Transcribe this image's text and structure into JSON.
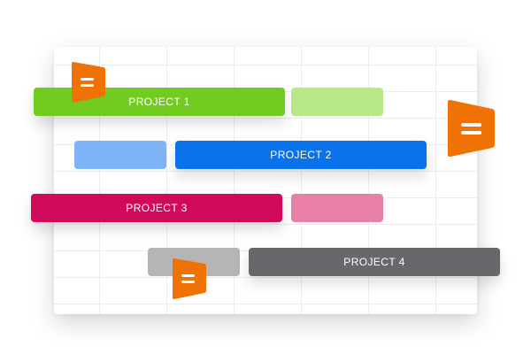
{
  "projects": [
    {
      "label": "PROJECT 1",
      "color": "#72CC1F",
      "ghost_color": "#B9E889"
    },
    {
      "label": "PROJECT 2",
      "color": "#0A72EB",
      "ghost_color": "#7DB4F5"
    },
    {
      "label": "PROJECT 3",
      "color": "#D0095A",
      "ghost_color": "#E87FA9"
    },
    {
      "label": "PROJECT 4",
      "color": "#67686B",
      "ghost_color": "#B5B5B5"
    }
  ],
  "marker": {
    "color": "#F07204",
    "icon": "equals-icon"
  }
}
